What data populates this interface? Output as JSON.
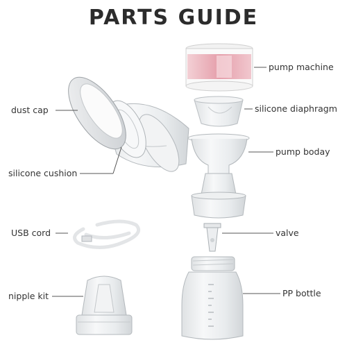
{
  "title": "PARTS GUIDE",
  "labels": {
    "pump_machine": "pump machine",
    "silicone_diaphragm": "silicone diaphragm",
    "pump_body": "pump boday",
    "valve": "valve",
    "pp_bottle": "PP bottle",
    "dust_cap": "dust cap",
    "silicone_cushion": "silicone cushion",
    "usb_cord": "USB cord",
    "nipple_kit": "nipple kit"
  },
  "colors": {
    "accent_pink": "#e7aab3",
    "text": "#333333",
    "leader_line": "#555555"
  }
}
